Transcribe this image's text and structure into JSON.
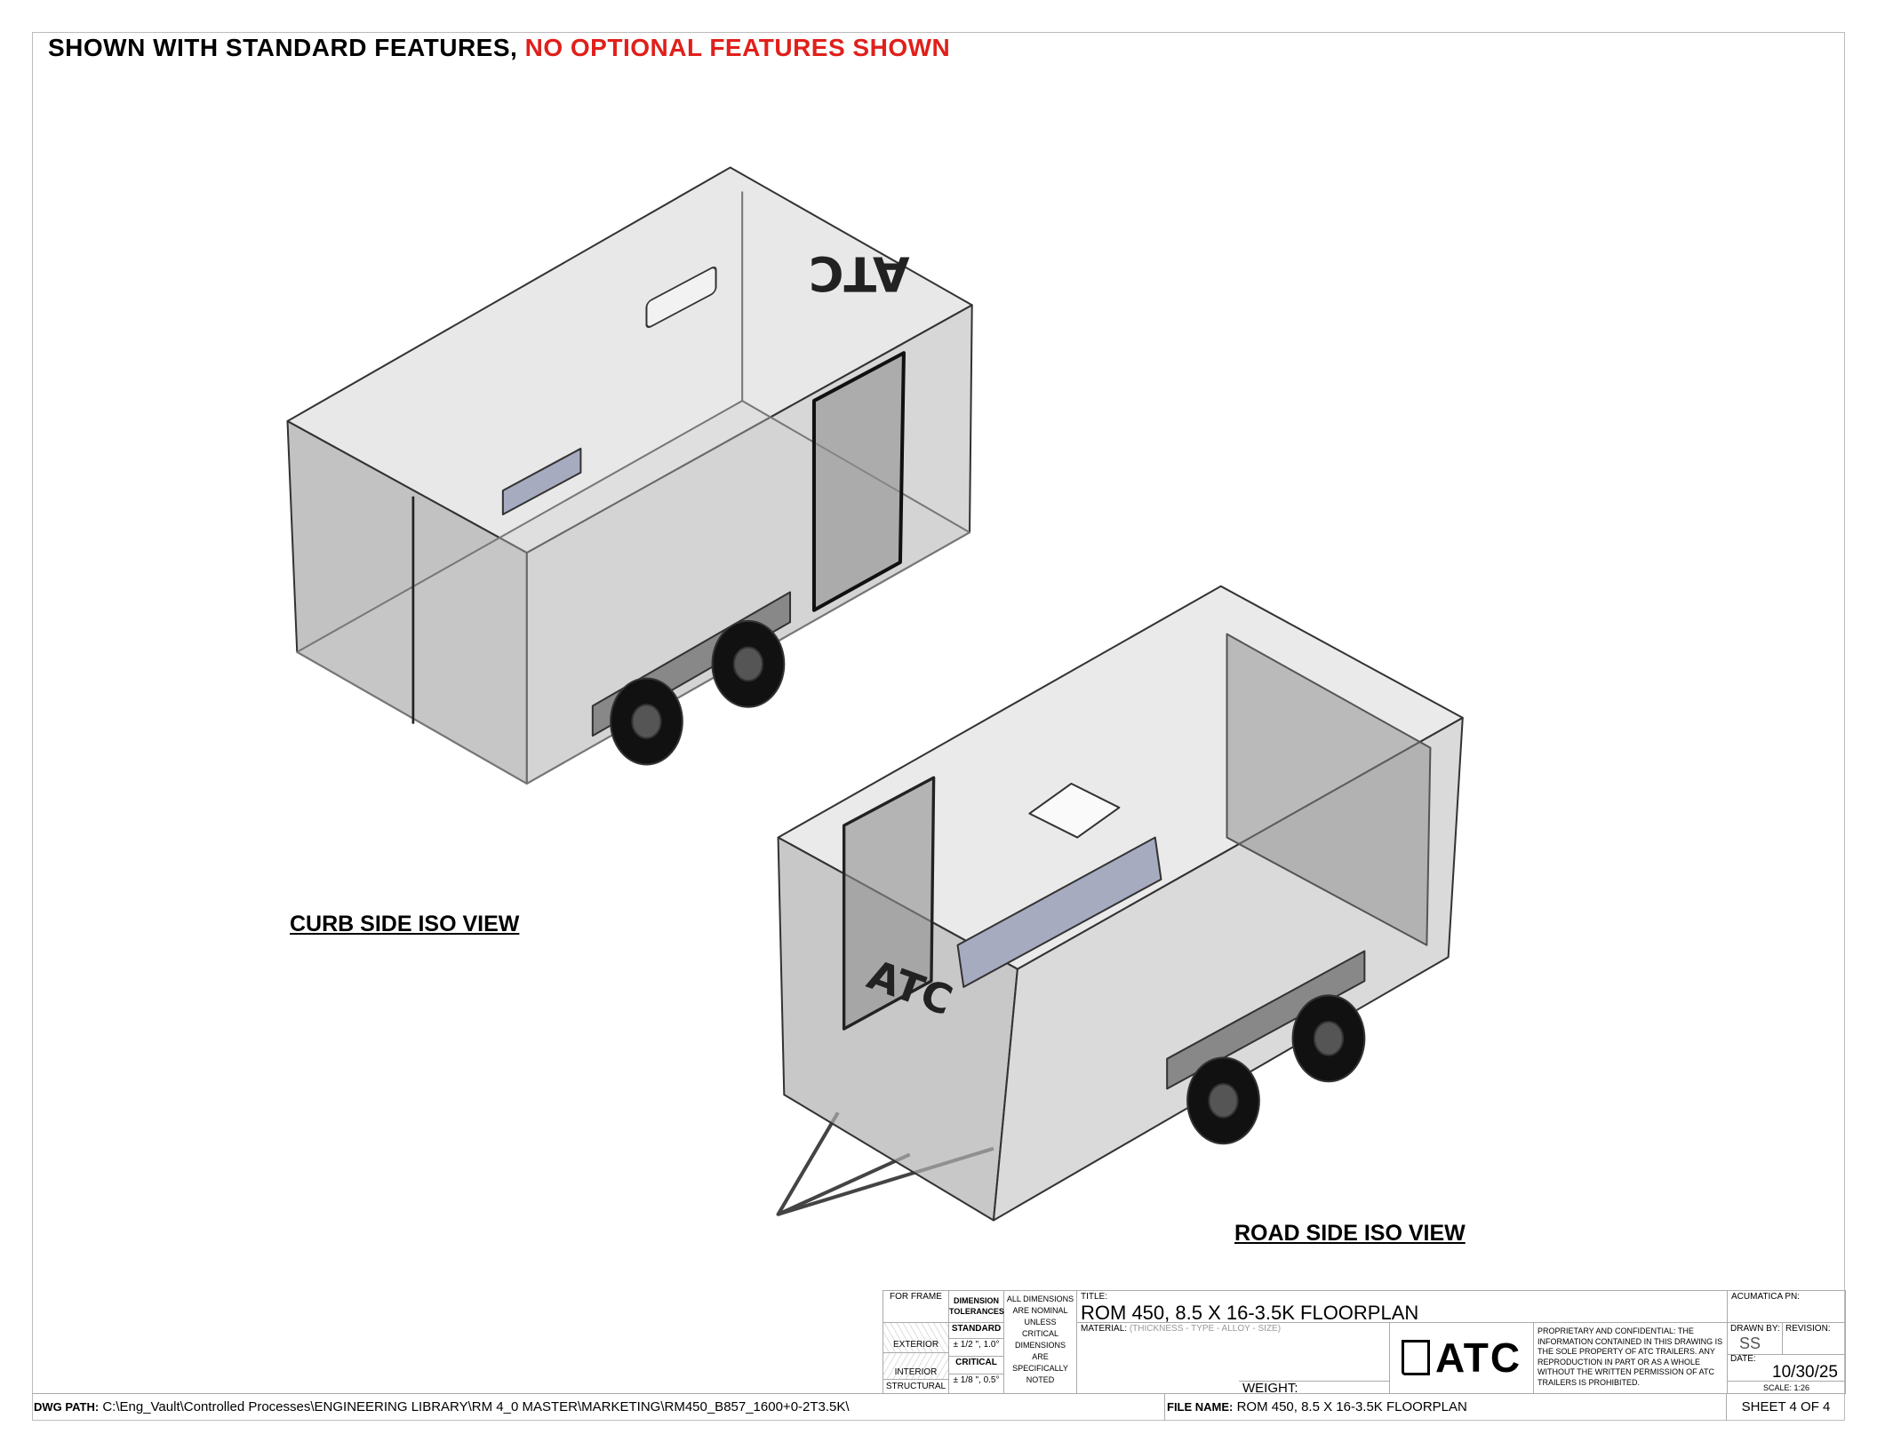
{
  "header": {
    "standard_text": "SHOWN WITH STANDARD FEATURES,",
    "optional_text": "NO OPTIONAL FEATURES SHOWN",
    "optional_color": "#e0201b"
  },
  "views": {
    "curb_label": "CURB SIDE ISO VIEW",
    "road_label": "ROAD SIDE ISO VIEW",
    "trailer_logo": "ATC"
  },
  "title_block": {
    "for_frame": "FOR FRAME",
    "exterior": "EXTERIOR",
    "interior": "INTERIOR",
    "structural": "STRUCTURAL",
    "dim_tol": "DIMENSION TOLERANCES",
    "standard": "STANDARD",
    "standard_val": "± 1/2 \", 1.0°",
    "critical": "CRITICAL",
    "critical_val": "± 1/8 \", 0.5°",
    "note": "ALL DIMENSIONS ARE NOMINAL UNLESS CRITICAL DIMENSIONS ARE SPECIFICALLY NOTED",
    "title_label": "TITLE:",
    "title": "ROM 450, 8.5 X 16-3.5K FLOORPLAN",
    "material_label": "MATERIAL:",
    "material_value": "(THICKNESS - TYPE - ALLOY - SIZE)",
    "weight_label": "WEIGHT:",
    "logo": "ATC",
    "proprietary": "PROPRIETARY AND CONFIDENTIAL: THE INFORMATION CONTAINED IN THIS DRAWING IS THE SOLE PROPERTY OF ATC TRAILERS. ANY REPRODUCTION IN PART OR AS A WHOLE WITHOUT THE WRITTEN PERMISSION OF ATC TRAILERS IS PROHIBITED.",
    "acumatica_label": "ACUMATICA PN:",
    "drawn_by_label": "DRAWN BY:",
    "drawn_by": "SS",
    "revision_label": "REVISION:",
    "date_label": "DATE:",
    "date": "10/30/25",
    "scale": "SCALE: 1:26",
    "sheet": "SHEET 4 OF 4"
  },
  "footer": {
    "dwg_path_label": "DWG PATH:",
    "dwg_path": "C:\\Eng_Vault\\Controlled Processes\\ENGINEERING LIBRARY\\RM 4_0 MASTER\\MARKETING\\RM450_B857_1600+0-2T3.5K\\",
    "file_name_label": "FILE NAME:",
    "file_name": "ROM 450, 8.5 X 16-3.5K FLOORPLAN"
  }
}
